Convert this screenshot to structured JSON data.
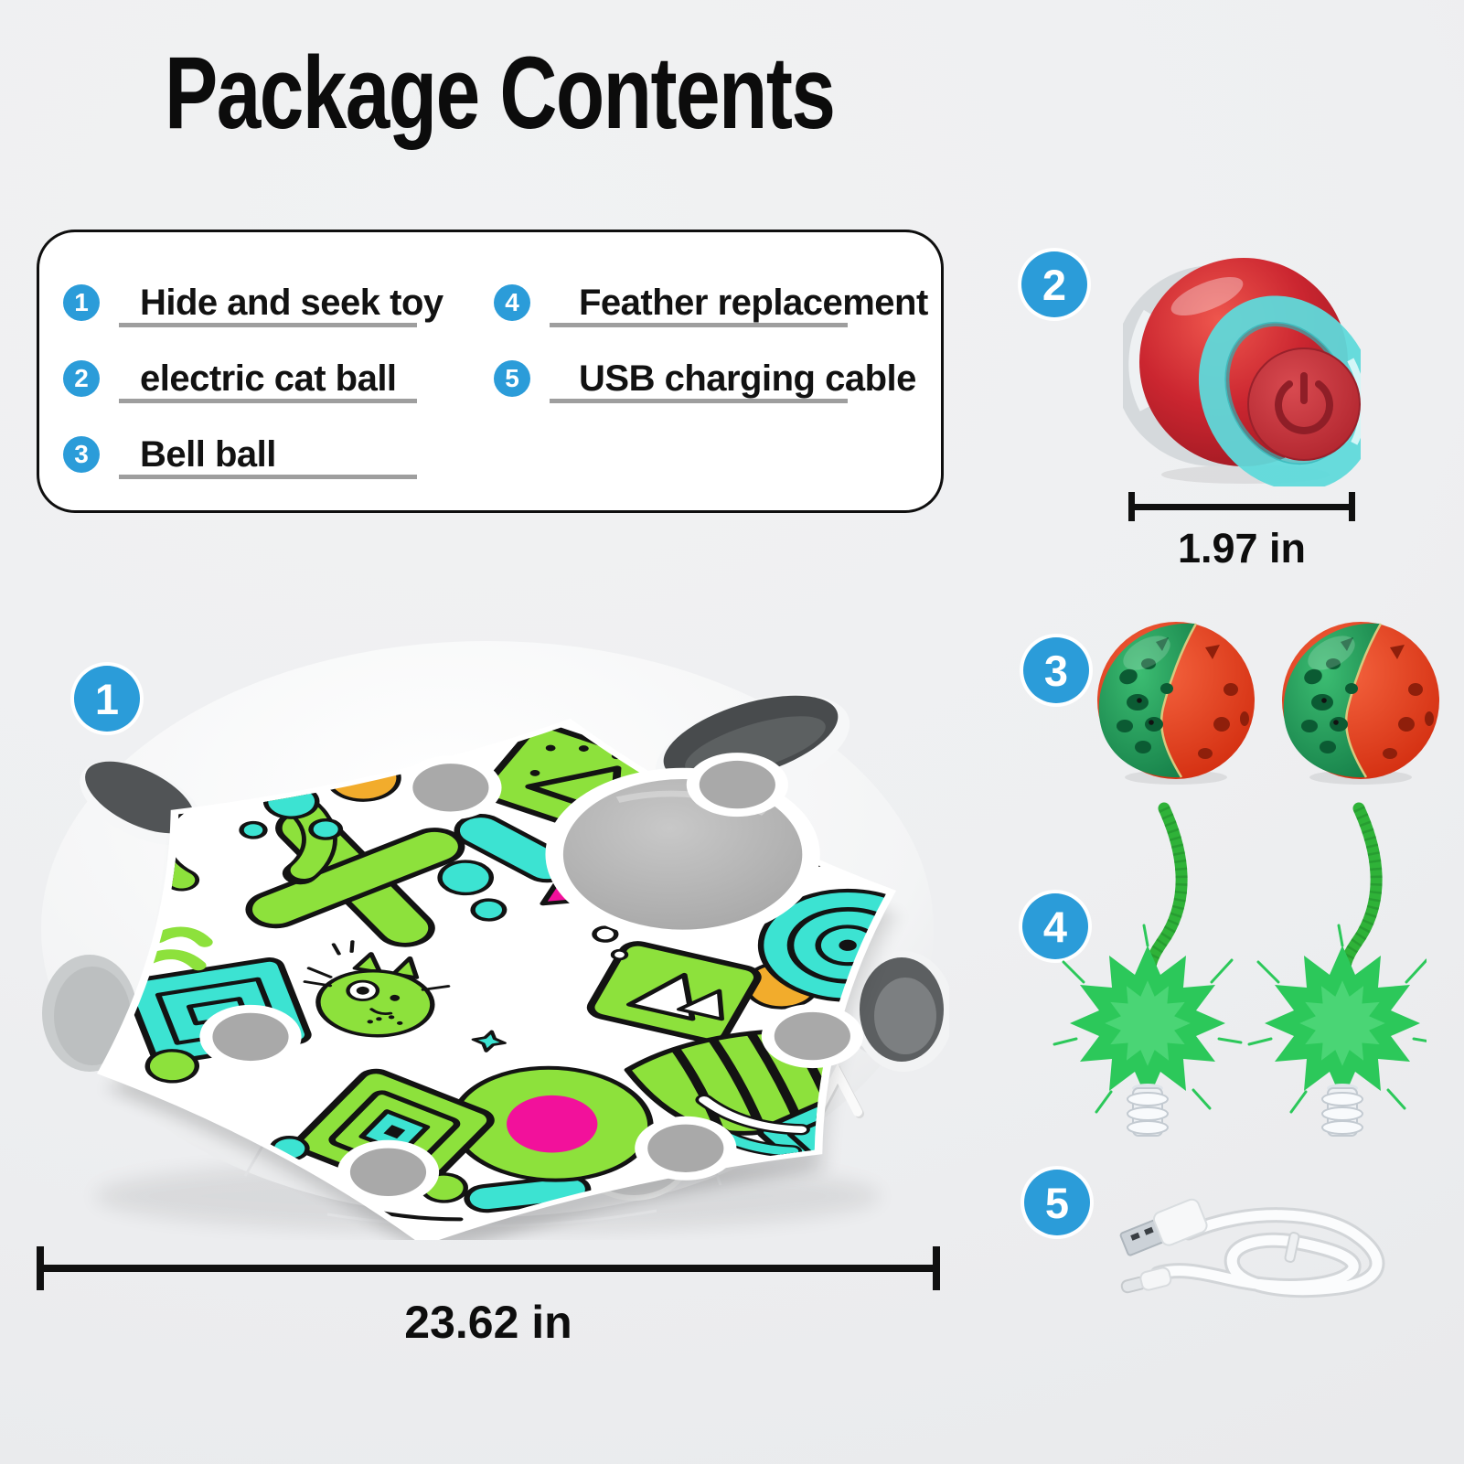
{
  "title": "Package Contents",
  "legend": {
    "items": [
      {
        "num": "1",
        "label": "Hide and seek toy"
      },
      {
        "num": "2",
        "label": "electric cat ball"
      },
      {
        "num": "3",
        "label": "Bell ball"
      },
      {
        "num": "4",
        "label": "Feather replacement"
      },
      {
        "num": "5",
        "label": "USB charging cable"
      }
    ]
  },
  "callouts": {
    "toy": {
      "badge": "1",
      "dimension": "23.62 in"
    },
    "electric_ball": {
      "badge": "2",
      "dimension": "1.97 in"
    },
    "bell_ball": {
      "badge": "3"
    },
    "feather": {
      "badge": "4"
    },
    "usb_cable": {
      "badge": "5"
    }
  },
  "colors": {
    "badge_blue": "#2b9cd9",
    "underline_gray": "#9e9e9e",
    "mat_lime": "#8de13c",
    "mat_turquoise": "#3ce3d2",
    "mat_magenta": "#f2119b",
    "mat_orange": "#f2ac2c",
    "ball_red": "#c9262e",
    "ball_band_teal": "#5fd9da",
    "bell_green": "#2aae61",
    "bell_red": "#e8431f",
    "feather_green": "#2cc85a"
  }
}
